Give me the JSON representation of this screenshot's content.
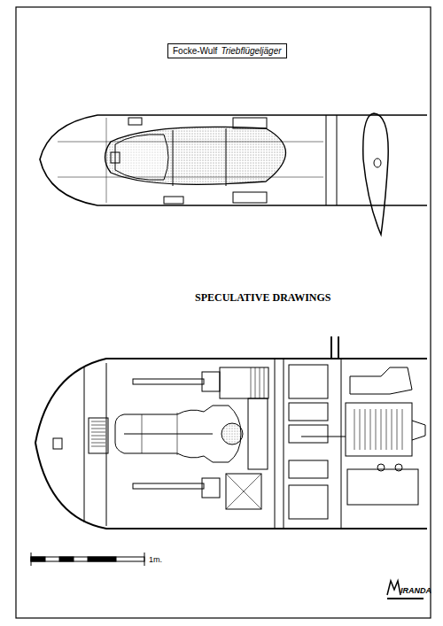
{
  "diagram": {
    "nodes": [
      {
        "text": [
          "Focke-Wulf",
          "Triebflügeljäger"
        ]
      }
    ],
    "labels": [
      "SPECULATIVE DRAWINGS",
      "1m.",
      "IRANDA"
    ]
  }
}
